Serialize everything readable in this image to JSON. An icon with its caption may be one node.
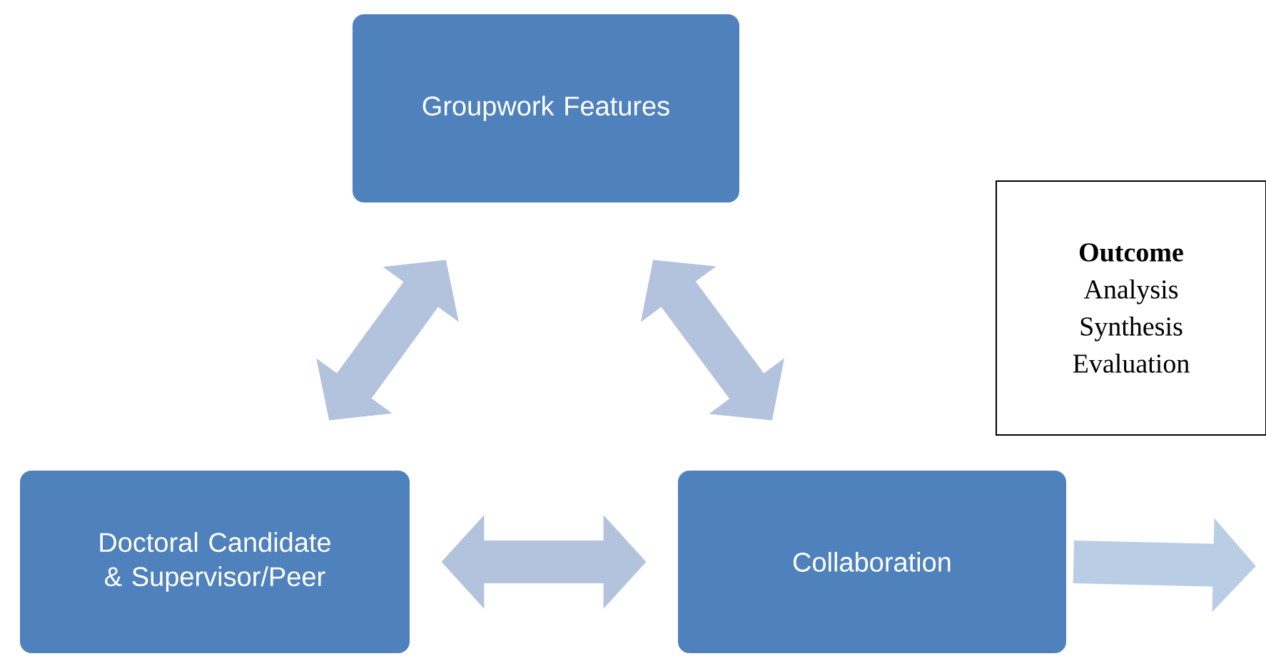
{
  "diagram": {
    "nodes": [
      {
        "text": [
          "Groupwork Features"
        ]
      },
      {
        "text": [
          "Doctoral Candidate & Supervisor/Peer"
        ]
      },
      {
        "text": [
          "Collaboration"
        ]
      },
      {
        "text": [
          "Outcome",
          "Analysis",
          "Synthesis",
          "Evaluation"
        ]
      }
    ],
    "edges": [
      {
        "from": 0,
        "to": 1,
        "arrow": "both"
      },
      {
        "from": 0,
        "to": 2,
        "arrow": "both"
      },
      {
        "from": 1,
        "to": 2,
        "arrow": "both"
      },
      {
        "from": 2,
        "to": null,
        "arrow": "to",
        "color": "#b9cde5"
      }
    ]
  }
}
